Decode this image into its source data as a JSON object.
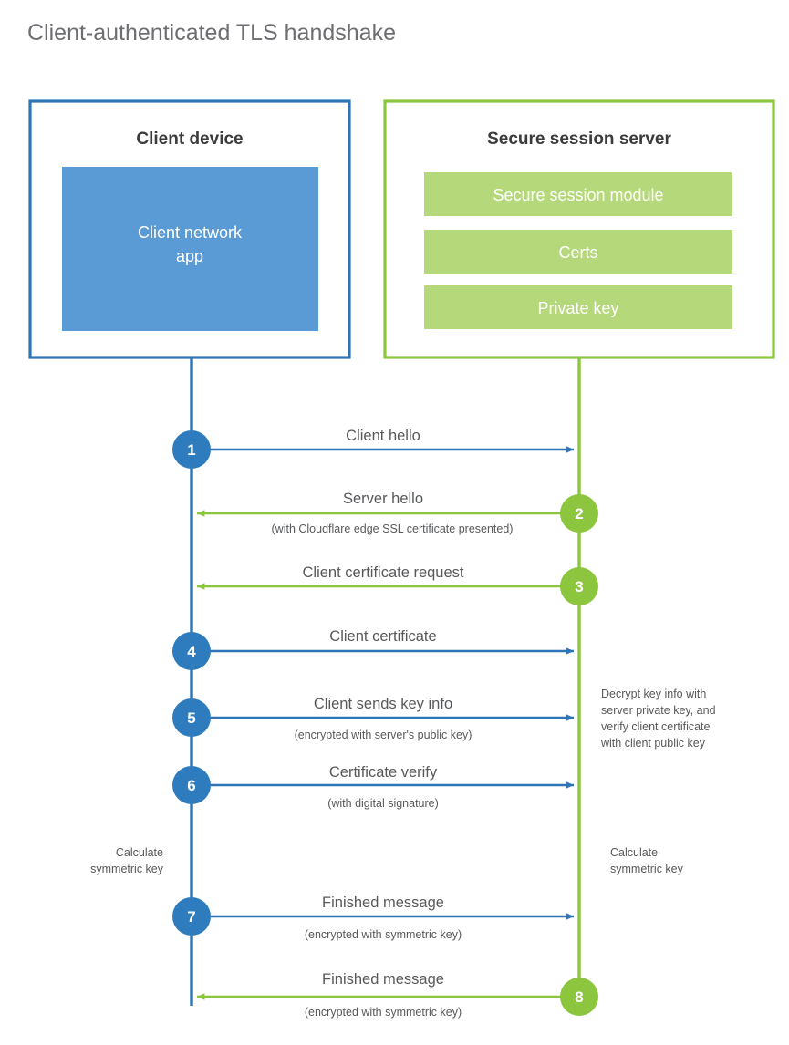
{
  "title": "Client-authenticated TLS handshake",
  "colors": {
    "blue_border": "#2e75b6",
    "blue_fill": "#5b9bd5",
    "blue_circle": "#2e7cbe",
    "green_border": "#8cc63f",
    "green_fill": "#b5d87a",
    "green_circle": "#8cc63e",
    "text_gray": "#58595b",
    "title_gray": "#6d6e71",
    "heading_dark": "#3b3b3b",
    "background": "#ffffff"
  },
  "client_panel": {
    "heading": "Client device",
    "inner_label": "Client network app",
    "inner_label_line1": "Client network",
    "inner_label_line2": "app"
  },
  "server_panel": {
    "heading": "Secure session server",
    "items": [
      {
        "label": "Secure session module"
      },
      {
        "label": "Certs"
      },
      {
        "label": "Private key"
      }
    ]
  },
  "lifeline_notes": {
    "client": {
      "line1": "Calculate",
      "line2": "symmetric key"
    },
    "server": {
      "line1": "Calculate",
      "line2": "symmetric key"
    },
    "server_decrypt": {
      "line1": "Decrypt key info with",
      "line2": "server private key, and",
      "line3": "verify client certificate",
      "line4": "with client public key"
    }
  },
  "steps": [
    {
      "number": "1",
      "label": "Client hello",
      "sublabel": "",
      "direction": "client-to-server",
      "color": "blue"
    },
    {
      "number": "2",
      "label": "Server hello",
      "sublabel": "(with Cloudflare edge SSL certificate presented)",
      "direction": "server-to-client",
      "color": "green"
    },
    {
      "number": "3",
      "label": "Client certificate request",
      "sublabel": "",
      "direction": "server-to-client",
      "color": "green"
    },
    {
      "number": "4",
      "label": "Client certificate",
      "sublabel": "",
      "direction": "client-to-server",
      "color": "blue"
    },
    {
      "number": "5",
      "label": "Client sends key info",
      "sublabel": "(encrypted with server's public key)",
      "direction": "client-to-server",
      "color": "blue"
    },
    {
      "number": "6",
      "label": "Certificate verify",
      "sublabel": "(with digital signature)",
      "direction": "client-to-server",
      "color": "blue"
    },
    {
      "number": "7",
      "label": "Finished message",
      "sublabel": "(encrypted with symmetric key)",
      "direction": "client-to-server",
      "color": "blue"
    },
    {
      "number": "8",
      "label": "Finished message",
      "sublabel": "(encrypted with symmetric key)",
      "direction": "server-to-client",
      "color": "green"
    }
  ]
}
